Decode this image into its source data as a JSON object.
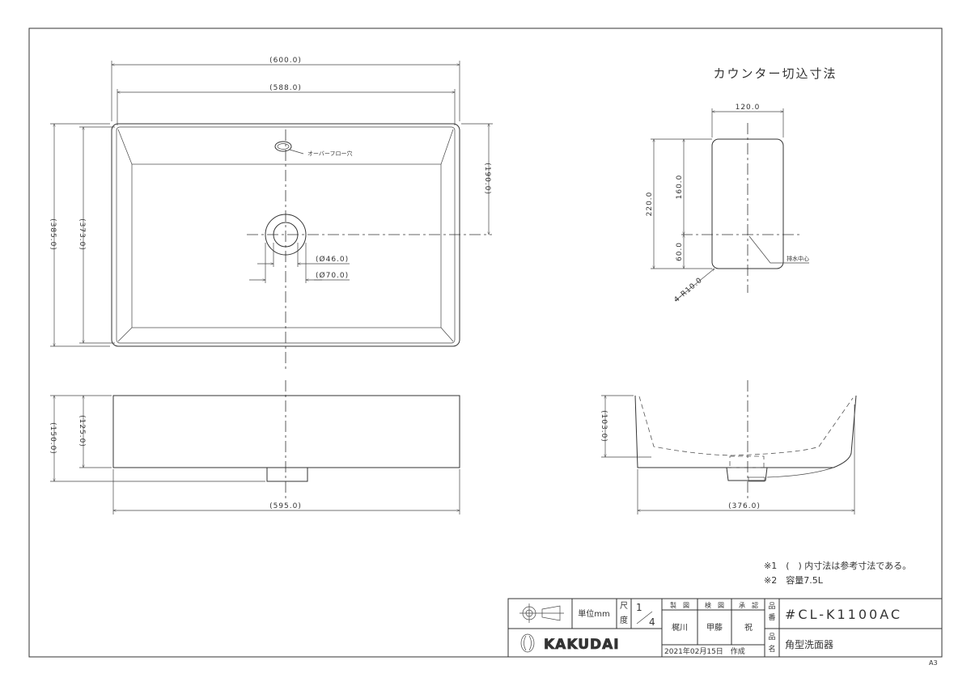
{
  "drawing": {
    "cutout_title": "カウンター切込寸法",
    "overflow_label": "オーバーフロー穴",
    "drain_center_label": "排水中心",
    "dims": {
      "top_width_outer": "(600.0)",
      "top_width_inner": "(588.0)",
      "top_depth_outer": "(385.0)",
      "top_depth_inner": "(373.0)",
      "drain_offset": "(190.0)",
      "drain_inner_dia": "(Ø46.0)",
      "drain_outer_dia": "(Ø70.0)",
      "front_height_total": "(150.0)",
      "front_height_body": "(125.0)",
      "front_width": "(595.0)",
      "side_depth": "(376.0)",
      "side_inner_height": "(103.0)",
      "cutout_width": "120.0",
      "cutout_length": "220.0",
      "cutout_upper": "160.0",
      "cutout_lower": "60.0",
      "cutout_radius": "4-R10.0"
    },
    "notes": [
      "※1　(　) 内寸法は参考寸法である。",
      "※2　容量7.5L"
    ],
    "sheet_size": "A3"
  },
  "title_block": {
    "unit": "単位mm",
    "scale_label_1": "尺",
    "scale_label_2": "度",
    "scale_num": "1",
    "scale_den": "4",
    "drawn_label": "製　図",
    "checked_label": "検　図",
    "approved_label": "承　認",
    "drawn_by": "梶川",
    "checked_by": "甲藤",
    "approved_by": "祝",
    "date": "2021年02月15日　作成",
    "part_no_label_1": "品",
    "part_no_label_2": "番",
    "part_no": "#CL-K1100AC",
    "name_label_1": "品",
    "name_label_2": "名",
    "name": "角型洗面器",
    "brand": "KAKUDAI"
  }
}
